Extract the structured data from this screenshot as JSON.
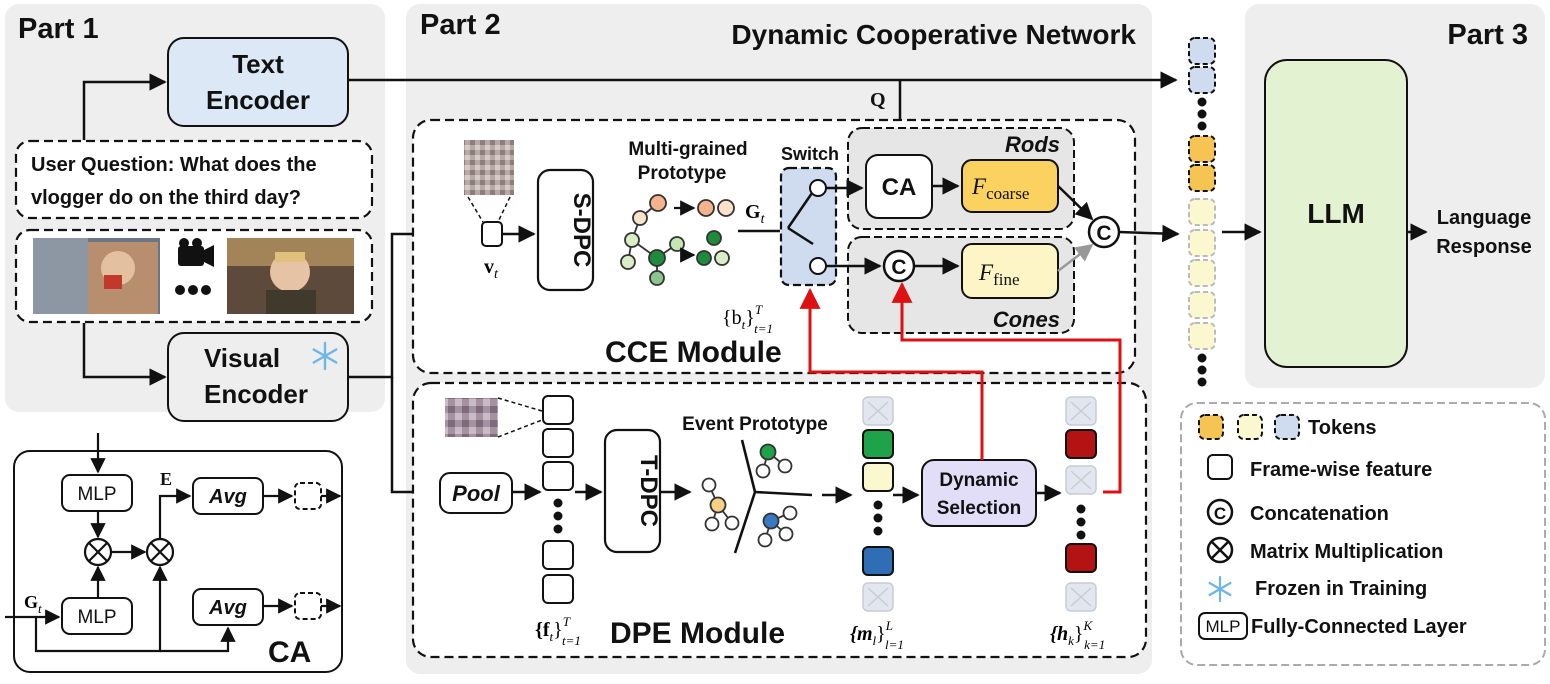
{
  "part1": {
    "title": "Part 1"
  },
  "part2": {
    "title": "Part 2",
    "network_title": "Dynamic Cooperative Network"
  },
  "part3": {
    "title": "Part 3"
  },
  "text_encoder": {
    "line1": "Text",
    "line2": "Encoder"
  },
  "user_question": {
    "line1": "User Question: What does the",
    "line2": "vlogger do on the third day?"
  },
  "visual_encoder": {
    "line1": "Visual",
    "line2": "Encoder"
  },
  "labels": {
    "q": "Q",
    "vt": "v",
    "vt_sub": "t",
    "gt": "G",
    "gt_sub": "t",
    "bt": "{b",
    "bt_sub": "t",
    "bt_close": "}",
    "bt_sup": "T",
    "bt_range": "t=1"
  },
  "cce": {
    "module_name": "CCE Module",
    "sdpc": "S-DPC",
    "multigrained_line1": "Multi-grained",
    "multigrained_line2": "Prototype",
    "switch": "Switch",
    "ca": "CA",
    "rods": "Rods",
    "cones": "Cones",
    "f_coarse": "F",
    "f_coarse_sub": "coarse",
    "f_fine": "F",
    "f_fine_sub": "fine",
    "concat_symbol": "C"
  },
  "dpe": {
    "module_name": "DPE Module",
    "pool": "Pool",
    "tdpc": "T-DPC",
    "event_prototype": "Event Prototype",
    "dynamic_selection_line1": "Dynamic",
    "dynamic_selection_line2": "Selection",
    "f_set": "{f",
    "f_sub": "t",
    "f_sup": "T",
    "f_range": "t=1",
    "m_set": "{m",
    "m_sub": "l",
    "m_sup": "L",
    "m_range": "l=1",
    "h_set": "{h",
    "h_sub": "k",
    "h_sup": "K",
    "h_range": "k=1"
  },
  "ca_detail": {
    "title": "CA",
    "mlp_top": "MLP",
    "mlp_bottom": "MLP",
    "avg_top": "Avg",
    "avg_bottom": "Avg",
    "e_label": "E",
    "gt_label": "G",
    "gt_sub": "t"
  },
  "llm": {
    "label": "LLM",
    "output_line1": "Language",
    "output_line2": "Response"
  },
  "legend": {
    "tokens": "Tokens",
    "frame_feature": "Frame-wise feature",
    "concatenation": "Concatenation",
    "matrix_mult": "Matrix Multiplication",
    "frozen": "Frozen in Training",
    "mlp_box": "MLP",
    "fc_layer": "Fully-Connected Layer"
  },
  "colors": {
    "panel_gray": "#eeeeee",
    "text_encoder_fill": "#dce8f5",
    "switch_fill": "#cfdcf0",
    "f_coarse_fill": "#fbd160",
    "f_fine_fill": "#fdf5c5",
    "rods_cones_fill": "#e6e6e6",
    "llm_fill": "#e3f3d2",
    "dynamic_selection_fill": "#e3def7",
    "red_path": "#dd1111",
    "token_yellow": "#f6c453",
    "token_cream": "#fbf7cf",
    "token_blue": "#cfdcf0",
    "feature_green": "#1fa34a",
    "feature_blue": "#2f6db5",
    "feature_red": "#b31313"
  }
}
